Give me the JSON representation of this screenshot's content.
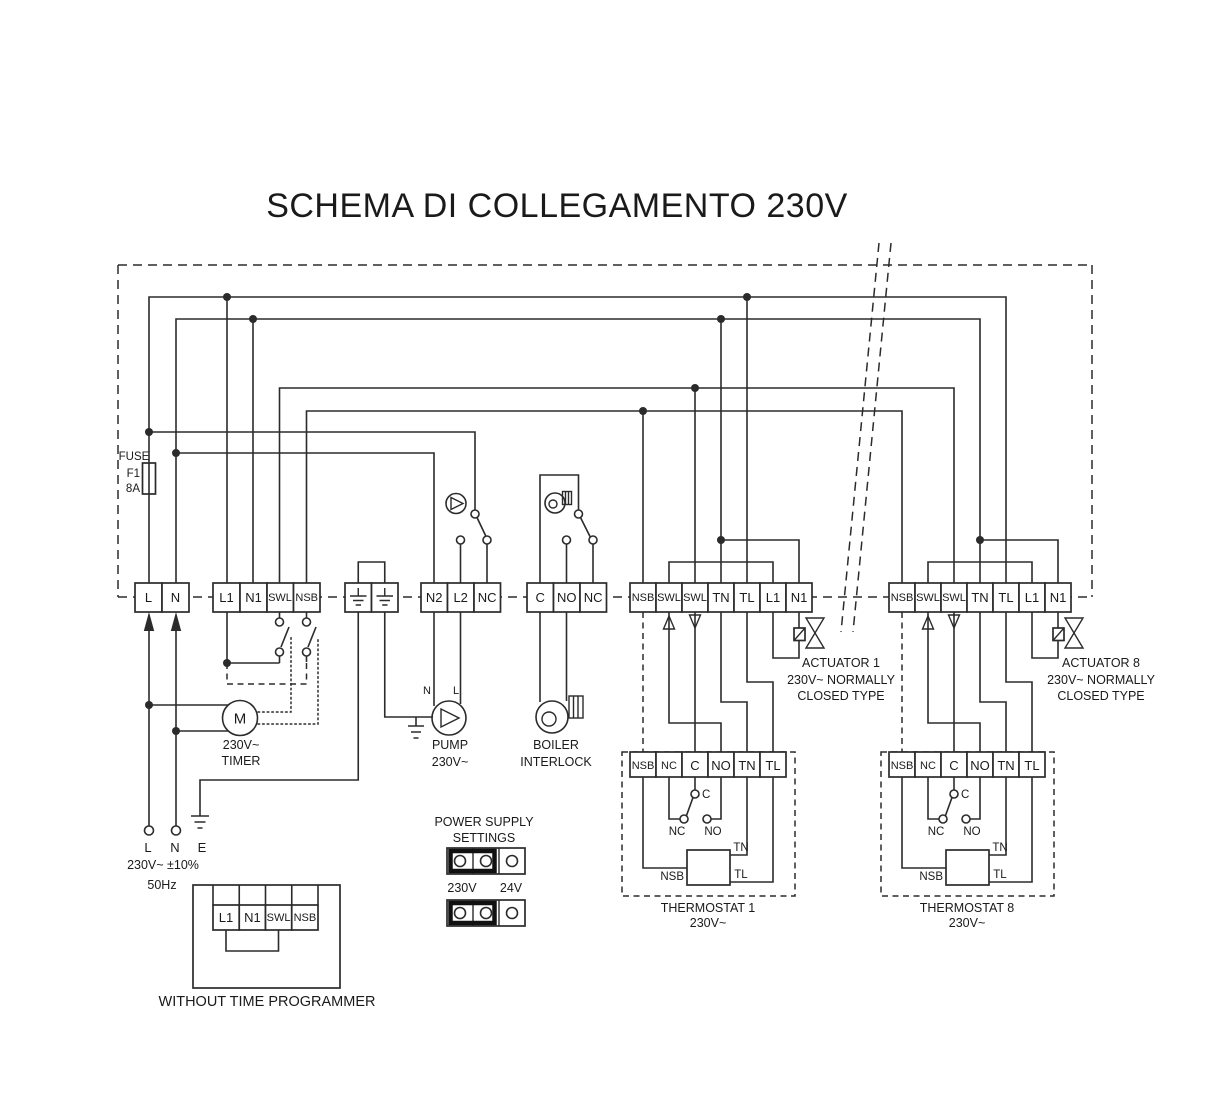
{
  "title": "SCHEMA DI COLLEGAMENTO 230V",
  "colors": {
    "line": "#2b2b2b",
    "text": "#1a1a1a",
    "background": "#ffffff"
  },
  "fuse": {
    "label": "FUSE",
    "id": "F1",
    "rating": "8A"
  },
  "mains_input": {
    "l": "L",
    "n": "N",
    "e": "E",
    "voltage": "230V~ ±10%",
    "frequency": "50Hz"
  },
  "timer": {
    "motor": "M",
    "voltage": "230V~",
    "label": "TIMER"
  },
  "strips": {
    "mains": [
      "L",
      "N"
    ],
    "timer_block": [
      "L1",
      "N1",
      "SWL",
      "NSB"
    ],
    "pump_block": [
      "N2",
      "L2",
      "NC"
    ],
    "boiler_block": [
      "C",
      "NO",
      "NC"
    ],
    "zone1": [
      "NSB",
      "SWL",
      "SWL",
      "TN",
      "TL",
      "L1",
      "N1"
    ],
    "zone8": [
      "NSB",
      "SWL",
      "SWL",
      "TN",
      "TL",
      "L1",
      "N1"
    ],
    "thermostat1_block": [
      "NSB",
      "NC",
      "C",
      "NO",
      "TN",
      "TL"
    ],
    "thermostat8_block": [
      "NSB",
      "NC",
      "C",
      "NO",
      "TN",
      "TL"
    ],
    "programmer_block": [
      "L1",
      "N1",
      "SWL",
      "NSB"
    ]
  },
  "pump": {
    "n": "N",
    "l": "L",
    "name": "PUMP",
    "voltage": "230V~"
  },
  "boiler": {
    "name1": "BOILER",
    "name2": "INTERLOCK"
  },
  "actuator1": {
    "name": "ACTUATOR 1",
    "line2": "230V~ NORMALLY",
    "line3": "CLOSED TYPE"
  },
  "actuator8": {
    "name": "ACTUATOR 8",
    "line2": "230V~ NORMALLY",
    "line3": "CLOSED TYPE"
  },
  "thermostat1": {
    "name": "THERMOSTAT 1",
    "voltage": "230V~",
    "c": "C",
    "nc": "NC",
    "no": "NO",
    "nsb": "NSB",
    "tn": "TN",
    "tl": "TL"
  },
  "thermostat8": {
    "name": "THERMOSTAT 8",
    "voltage": "230V~",
    "c": "C",
    "nc": "NC",
    "no": "NO",
    "nsb": "NSB",
    "tn": "TN",
    "tl": "TL"
  },
  "power_supply": {
    "title1": "POWER SUPPLY",
    "title2": "SETTINGS",
    "option_230": "230V",
    "option_24": "24V"
  },
  "programmer": {
    "label": "WITHOUT TIME PROGRAMMER"
  }
}
